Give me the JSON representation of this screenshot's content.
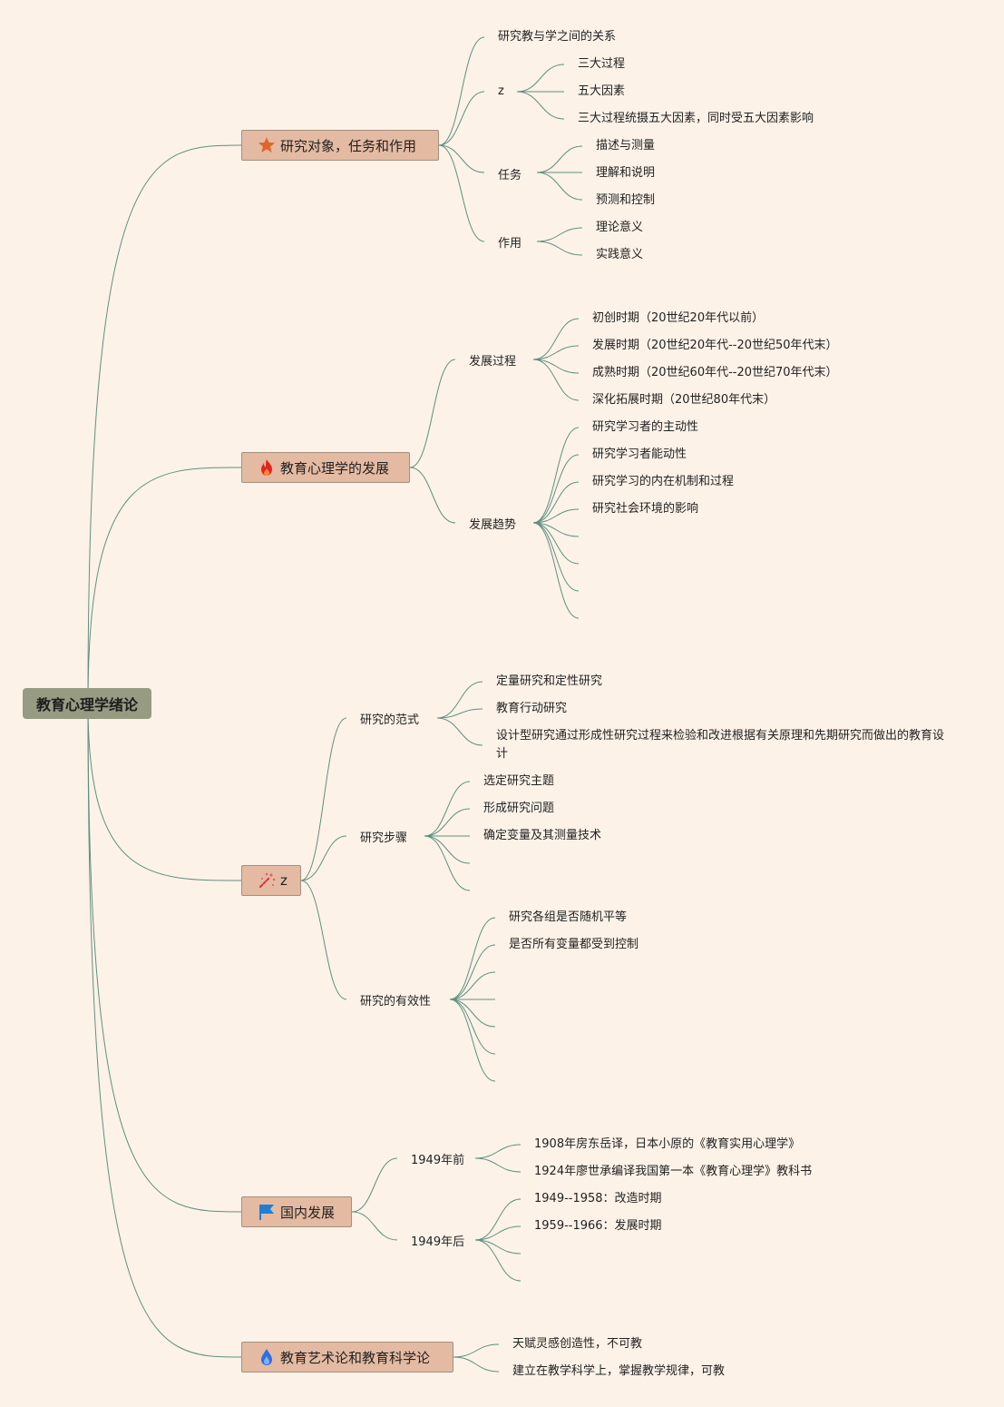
{
  "root": {
    "label": "教育心理学绪论"
  },
  "colors": {
    "background": "#fdf2e8",
    "root_fill": "#979b82",
    "branch_fill": "#e4baa2",
    "line": "#5f9080"
  },
  "branches": [
    {
      "label": "研究对象，任务和作用",
      "icon": "star-icon",
      "children": [
        {
          "label": "研究教与学之间的关系"
        },
        {
          "label": "z",
          "children": [
            "三大过程",
            "五大因素",
            "三大过程统摄五大因素，同时受五大因素影响"
          ]
        },
        {
          "label": "任务",
          "children": [
            "描述与测量",
            "理解和说明",
            "预测和控制"
          ]
        },
        {
          "label": "作用",
          "children": [
            "理论意义",
            "实践意义"
          ]
        }
      ]
    },
    {
      "label": "教育心理学的发展",
      "icon": "fire-icon",
      "children": [
        {
          "label": "发展过程",
          "children": [
            "初创时期（20世纪20年代以前）",
            "发展时期（20世纪20年代--20世纪50年代末）",
            "成熟时期（20世纪60年代--20世纪70年代末）",
            "深化拓展时期（20世纪80年代末）"
          ]
        },
        {
          "label": "发展趋势",
          "children": [
            "研究学习者的主动性",
            "研究学习者能动性",
            "研究学习的内在机制和过程",
            "研究社会环境的影响",
            "",
            "",
            "",
            ""
          ]
        }
      ]
    },
    {
      "label": "z",
      "icon": "magic-wand-icon",
      "children": [
        {
          "label": "研究的范式",
          "children": [
            "定量研究和定性研究",
            "教育行动研究",
            "设计型研究通过形成性研究过程来检验和改进根据有关原理和先期研究而做出的教育设计"
          ]
        },
        {
          "label": "研究步骤",
          "children": [
            "选定研究主题",
            "形成研究问题",
            "确定变量及其测量技术",
            "",
            ""
          ]
        },
        {
          "label": "研究的有效性",
          "children": [
            "研究各组是否随机平等",
            "是否所有变量都受到控制",
            "",
            "",
            "",
            "",
            ""
          ]
        }
      ]
    },
    {
      "label": "国内发展",
      "icon": "flag-icon",
      "children": [
        {
          "label": "1949年前",
          "children": [
            "1908年房东岳译，日本小原的《教育实用心理学》",
            "1924年廖世承编译我国第一本《教育心理学》教科书"
          ]
        },
        {
          "label": "1949年后",
          "children": [
            "1949--1958：改造时期",
            "1959--1966：发展时期",
            "",
            ""
          ]
        }
      ]
    },
    {
      "label": "教育艺术论和教育科学论",
      "icon": "water-drop-icon",
      "children": [
        {
          "label": "天赋灵感创造性，不可教"
        },
        {
          "label": "建立在教学科学上，掌握教学规律，可教"
        }
      ]
    }
  ]
}
